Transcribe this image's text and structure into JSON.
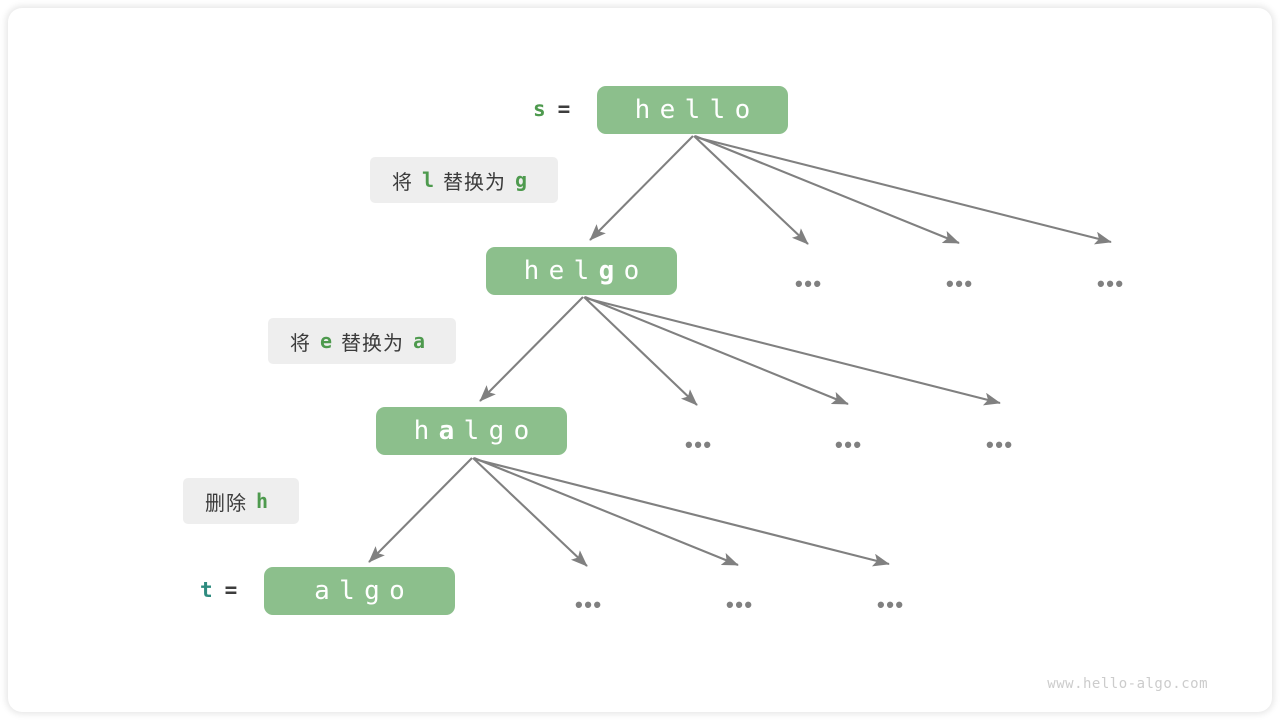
{
  "watermark": "www.hello-algo.com",
  "colors": {
    "box_green": "#8cbf8c",
    "chip_gray": "#eeeeee",
    "arrow_gray": "#808080",
    "accent_green": "#4e9a4e",
    "accent_teal": "#2e8b7f",
    "text_dark": "#3b3b3b",
    "watermark_gray": "#cccccc"
  },
  "variables": {
    "source": {
      "name": "s",
      "equals": "=",
      "color": "#4e9a4e"
    },
    "target": {
      "name": "t",
      "equals": "=",
      "color": "#2e8b7f"
    }
  },
  "nodes": [
    {
      "id": "node-hello",
      "chars": [
        {
          "ch": "h",
          "highlight": false
        },
        {
          "ch": "e",
          "highlight": false
        },
        {
          "ch": "l",
          "highlight": false
        },
        {
          "ch": "l",
          "highlight": false
        },
        {
          "ch": "o",
          "highlight": false
        }
      ],
      "text": "hello"
    },
    {
      "id": "node-helgo",
      "chars": [
        {
          "ch": "h",
          "highlight": false
        },
        {
          "ch": "e",
          "highlight": false
        },
        {
          "ch": "l",
          "highlight": false
        },
        {
          "ch": "g",
          "highlight": true
        },
        {
          "ch": "o",
          "highlight": false
        }
      ],
      "text": "helgo"
    },
    {
      "id": "node-halgo",
      "chars": [
        {
          "ch": "h",
          "highlight": false
        },
        {
          "ch": "a",
          "highlight": true
        },
        {
          "ch": "l",
          "highlight": false
        },
        {
          "ch": "g",
          "highlight": false
        },
        {
          "ch": "o",
          "highlight": false
        }
      ],
      "text": "halgo"
    },
    {
      "id": "node-algo",
      "chars": [
        {
          "ch": "a",
          "highlight": false
        },
        {
          "ch": "l",
          "highlight": false
        },
        {
          "ch": "g",
          "highlight": false
        },
        {
          "ch": "o",
          "highlight": false
        }
      ],
      "text": "algo"
    }
  ],
  "operations": [
    {
      "id": "op-replace-l-g",
      "prefix": "将",
      "from": "l",
      "middle": "替换为",
      "to": "g",
      "suffix": "",
      "full_text": "将 l 替换为 g"
    },
    {
      "id": "op-replace-e-a",
      "prefix": "将",
      "from": "e",
      "middle": "替换为",
      "to": "a",
      "suffix": "",
      "full_text": "将 e 替换为 a"
    },
    {
      "id": "op-delete-h",
      "prefix": "删除",
      "from": "h",
      "middle": "",
      "to": "",
      "suffix": "",
      "full_text": "删除 h"
    }
  ],
  "ellipses": [
    {
      "id": "ellipsis-r2-1",
      "text": "•••"
    },
    {
      "id": "ellipsis-r2-2",
      "text": "•••"
    },
    {
      "id": "ellipsis-r2-3",
      "text": "•••"
    },
    {
      "id": "ellipsis-r3-1",
      "text": "•••"
    },
    {
      "id": "ellipsis-r3-2",
      "text": "•••"
    },
    {
      "id": "ellipsis-r3-3",
      "text": "•••"
    },
    {
      "id": "ellipsis-r4-1",
      "text": "•••"
    },
    {
      "id": "ellipsis-r4-2",
      "text": "•••"
    },
    {
      "id": "ellipsis-r4-3",
      "text": "•••"
    }
  ]
}
